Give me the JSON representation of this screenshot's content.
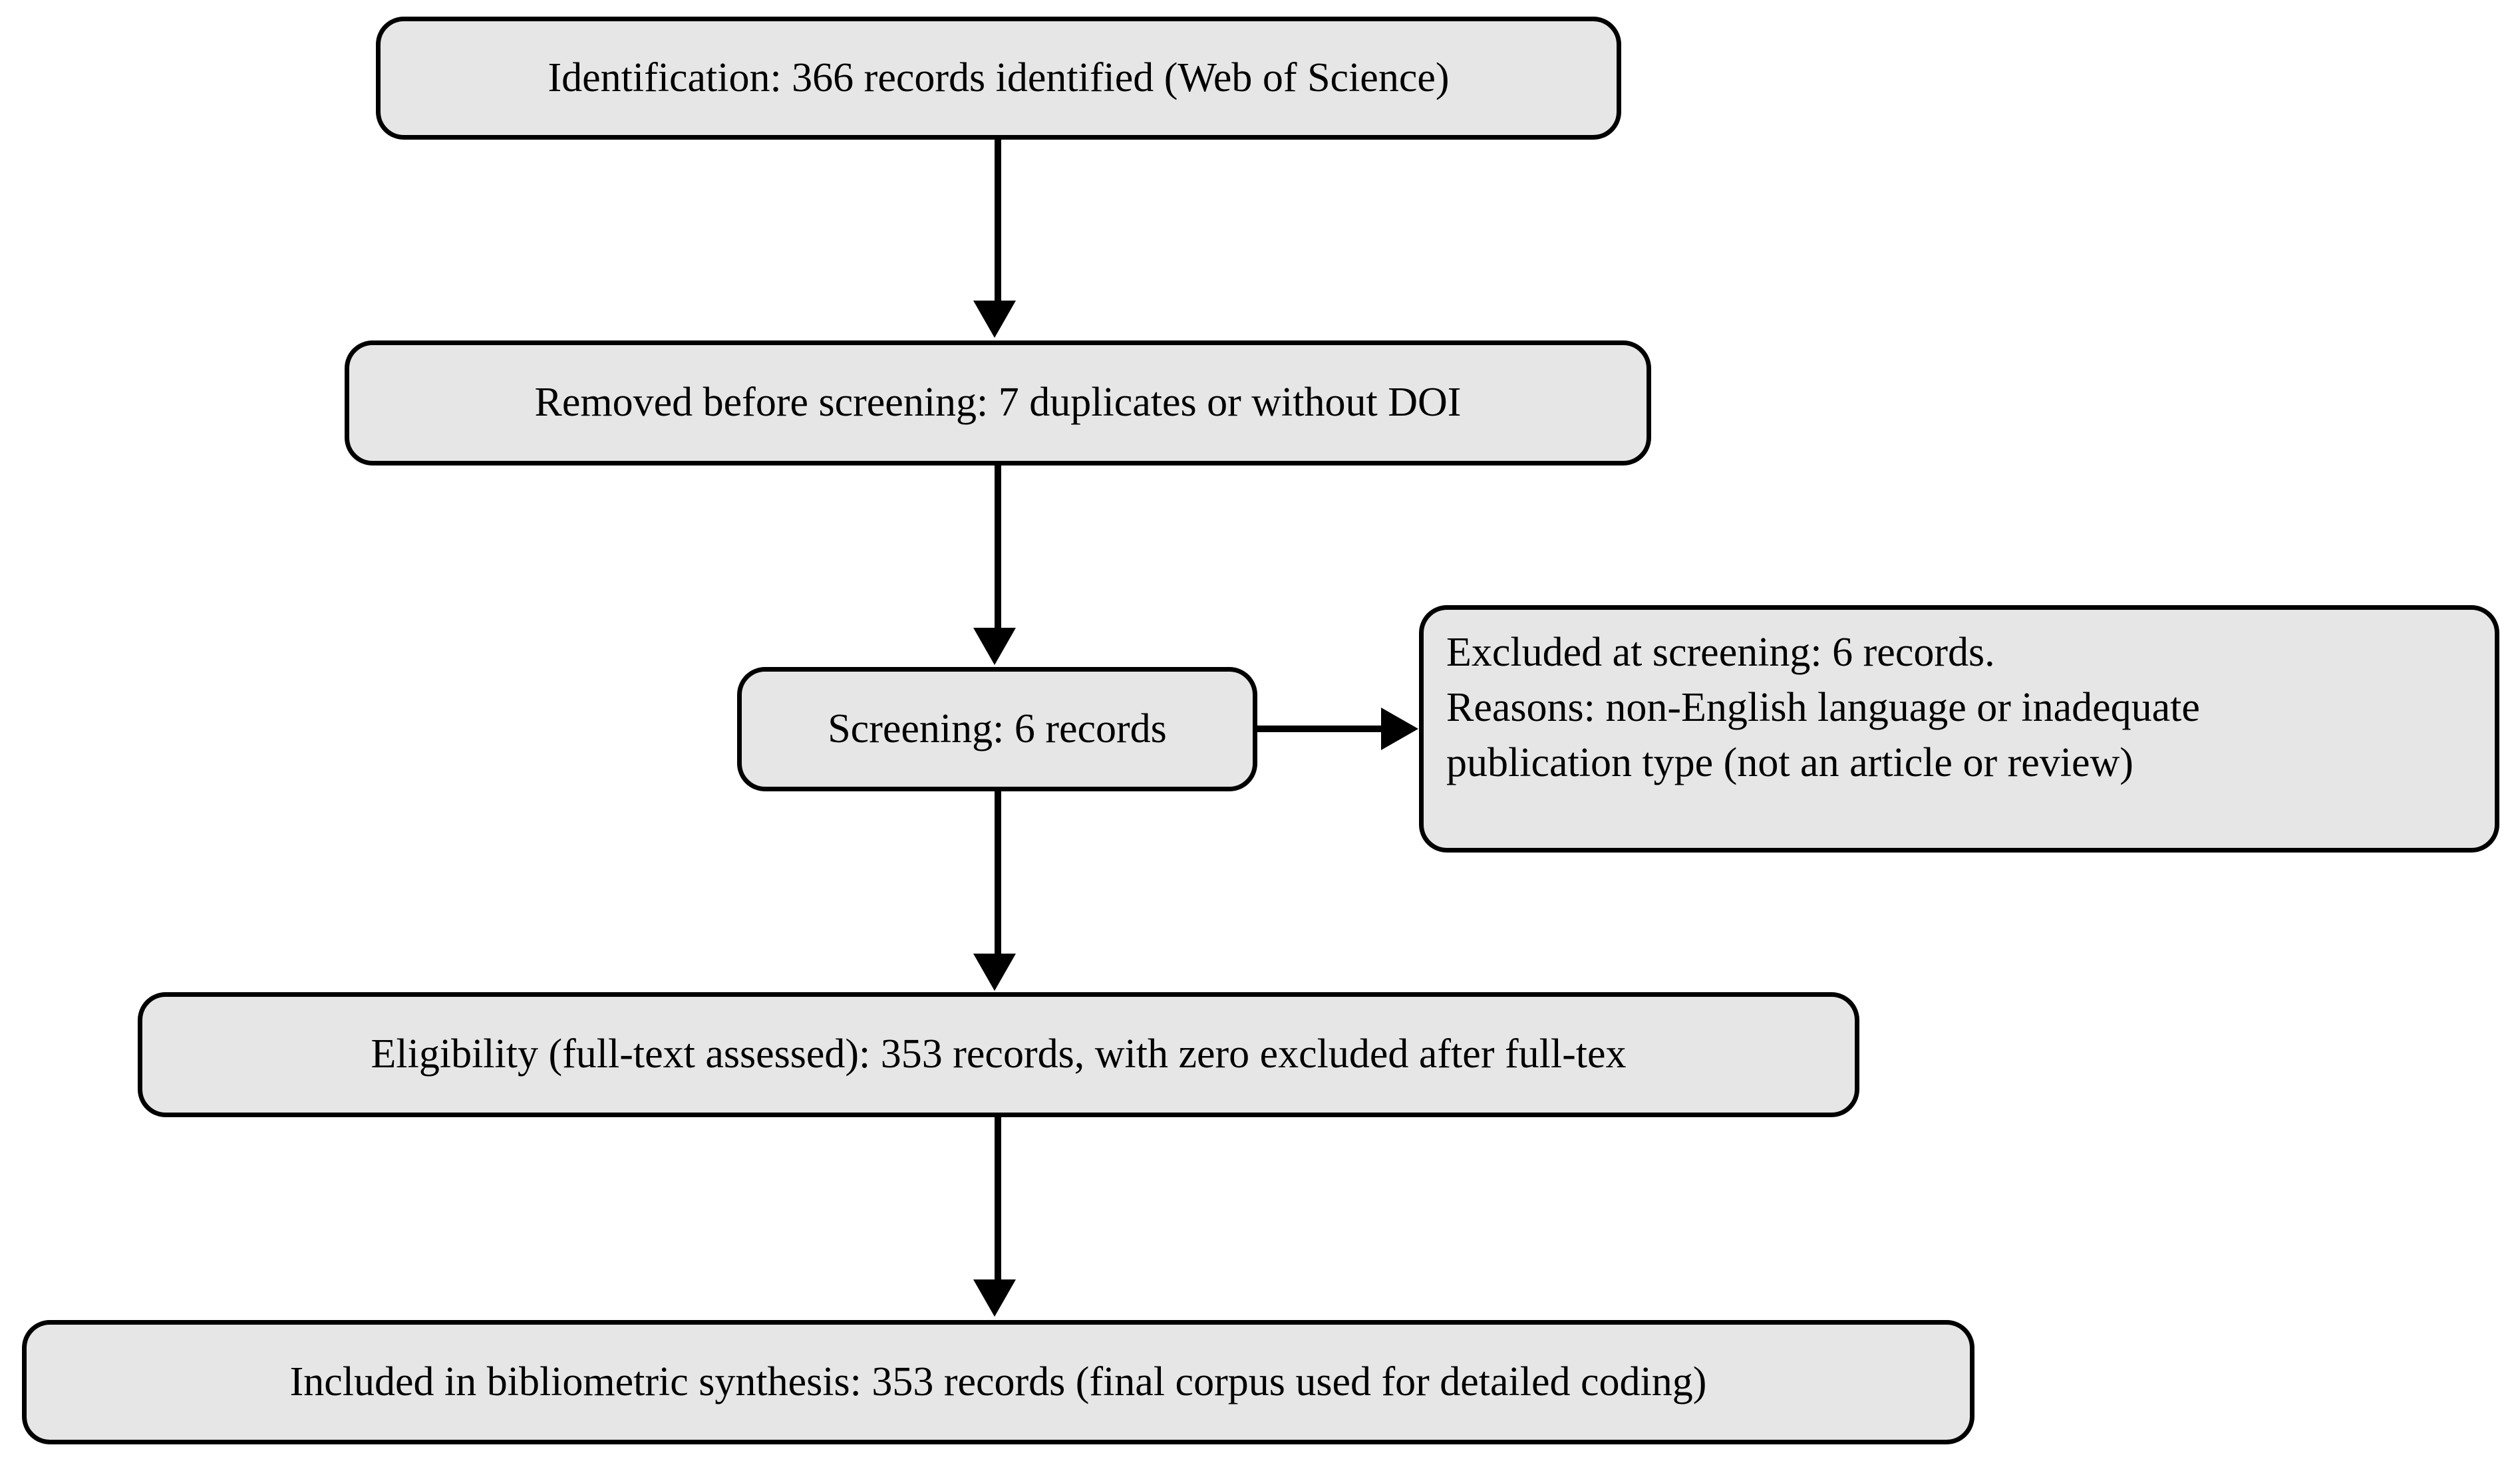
{
  "diagram": {
    "type": "prisma-flow-diagram",
    "background_color": "#ffffff",
    "node_fill_color": "#e6e6e6",
    "node_border_color": "#000000",
    "connector_color": "#000000",
    "nodes": {
      "identification": {
        "label": "Identification: 366 records identified (Web of Science)",
        "records": 366,
        "source": "Web of Science"
      },
      "removed": {
        "label": "Removed before screening: 7 duplicates or without DOI",
        "records": 7
      },
      "screening": {
        "label": "Screening: 6 records",
        "records": 6
      },
      "excluded": {
        "line1": "Excluded at screening: 6 records.",
        "line2": "Reasons: non-English language or inadequate",
        "line3": "publication type (not an article or review)",
        "records": 6
      },
      "eligibility": {
        "label": "Eligibility (full-text assessed): 353 records, with zero excluded after full-tex",
        "records": 353
      },
      "included": {
        "label": "Included in bibliometric synthesis: 353 records (final corpus used for detailed coding)",
        "records": 353
      }
    },
    "edges": [
      {
        "name": "identification-to-removed",
        "from": "identification",
        "to": "removed",
        "direction": "down"
      },
      {
        "name": "removed-to-screening",
        "from": "removed",
        "to": "screening",
        "direction": "down"
      },
      {
        "name": "screening-to-excluded",
        "from": "screening",
        "to": "excluded",
        "direction": "right"
      },
      {
        "name": "screening-to-eligibility",
        "from": "screening",
        "to": "eligibility",
        "direction": "down"
      },
      {
        "name": "eligibility-to-included",
        "from": "eligibility",
        "to": "included",
        "direction": "down"
      }
    ]
  }
}
